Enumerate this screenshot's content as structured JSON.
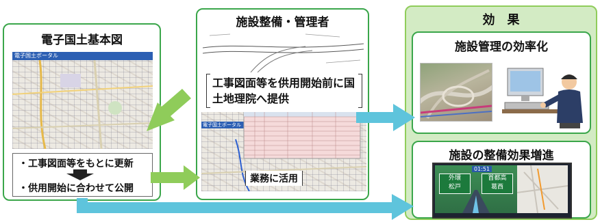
{
  "left": {
    "title": "電子国土基本図",
    "portal_label": "電子国土ポータル",
    "notes": [
      "・工事図面等をもとに更新",
      "・供用開始に合わせて公開"
    ]
  },
  "middle": {
    "title": "施設整備・管理者",
    "provide_text": "工事図面等を供用開始前に国土地理院へ提供",
    "portal_label": "電子国土ポータル",
    "usage_text": "業務に活用"
  },
  "right": {
    "title": "効　果",
    "effect1": "施設管理の効率化",
    "effect2": "施設の整備効果増進"
  },
  "nav": {
    "time": "01:51",
    "destination_left": "外環",
    "sub_left": "松戸",
    "destination_right": "首都高",
    "sub_right": "葛西"
  },
  "colors": {
    "panel_border": "#3aa64a",
    "green_arrow": "#8fcc5a",
    "blue_arrow": "#5ec4dc",
    "effect_bg": "#d3ebc4"
  }
}
